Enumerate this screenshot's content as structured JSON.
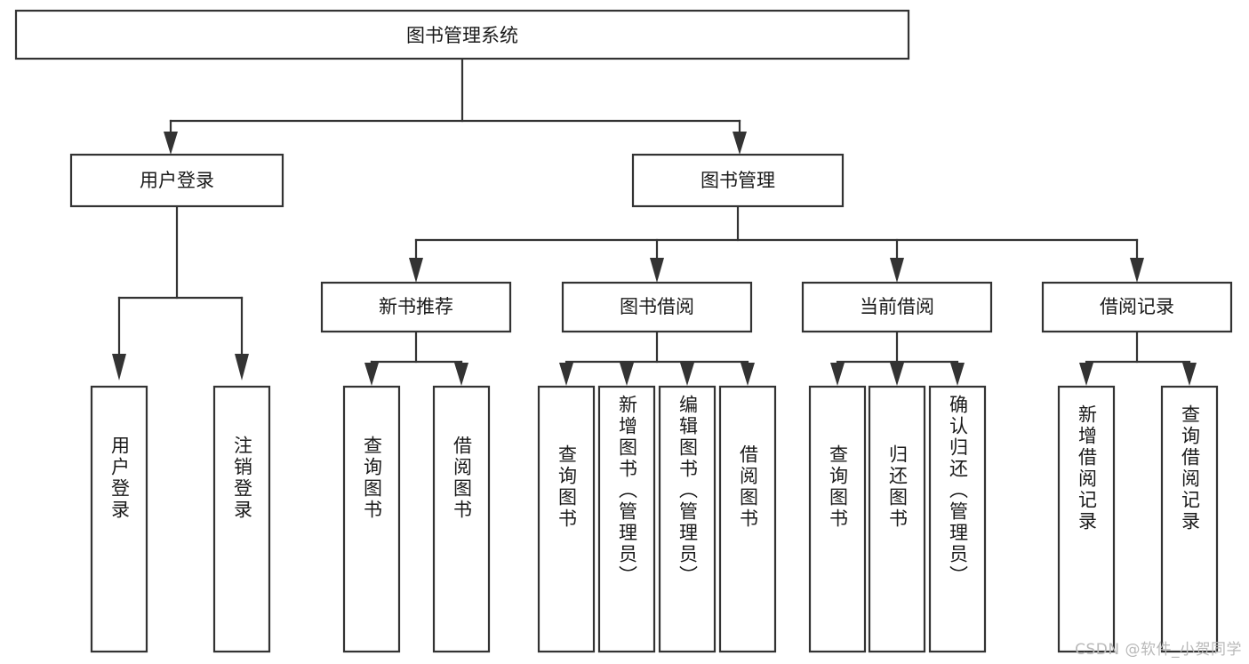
{
  "diagram": {
    "type": "tree-hierarchy-chart",
    "title": "图书管理系统",
    "background_color": "#ffffff",
    "line_color": "#333333",
    "box_fill": "#ffffff",
    "text_color": "#1a1a1a",
    "root": {
      "label": "图书管理系统",
      "orientation": "horizontal"
    },
    "level2": [
      {
        "label": "用户登录",
        "orientation": "horizontal"
      },
      {
        "label": "图书管理",
        "orientation": "horizontal"
      }
    ],
    "level3": [
      {
        "label": "新书推荐",
        "orientation": "horizontal"
      },
      {
        "label": "图书借阅",
        "orientation": "horizontal"
      },
      {
        "label": "当前借阅",
        "orientation": "horizontal"
      },
      {
        "label": "借阅记录",
        "orientation": "horizontal"
      }
    ],
    "leaves": {
      "user_login": [
        {
          "label": "用户登录",
          "orientation": "vertical"
        },
        {
          "label": "注销登录",
          "orientation": "vertical"
        }
      ],
      "new_book_recommend": [
        {
          "label": "查询图书",
          "orientation": "vertical"
        },
        {
          "label": "借阅图书",
          "orientation": "vertical"
        }
      ],
      "book_borrow": [
        {
          "label": "查询图书",
          "orientation": "vertical"
        },
        {
          "label": "新增图书（管理员）",
          "orientation": "vertical"
        },
        {
          "label": "编辑图书（管理员）",
          "orientation": "vertical"
        },
        {
          "label": "借阅图书",
          "orientation": "vertical"
        }
      ],
      "current_borrow": [
        {
          "label": "查询图书",
          "orientation": "vertical"
        },
        {
          "label": "归还图书",
          "orientation": "vertical"
        },
        {
          "label": "确认归还（管理员）",
          "orientation": "vertical"
        }
      ],
      "borrow_record": [
        {
          "label": "新增借阅记录",
          "orientation": "vertical"
        },
        {
          "label": "查询借阅记录",
          "orientation": "vertical"
        }
      ]
    }
  },
  "watermark": {
    "text": "CSDN @软件_小贺同学"
  }
}
